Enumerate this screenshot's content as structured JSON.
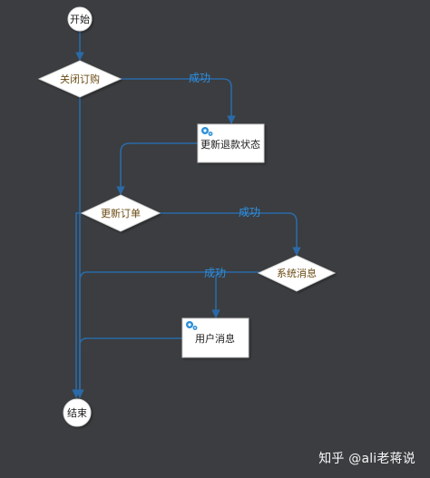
{
  "nodes": {
    "start": "开始",
    "close_order": "关闭订购",
    "update_refund_status": "更新退款状态",
    "update_order": "更新订单",
    "system_message": "系统消息",
    "user_message": "用户消息",
    "end": "结束"
  },
  "edges": {
    "success_1": "成功",
    "success_2": "成功",
    "success_3": "成功"
  },
  "watermark": "知乎 @ali老蒋说",
  "colors": {
    "background": "#3b3d40",
    "line": "#2b6aa8",
    "label": "#2f8fde"
  },
  "icons": {
    "task_icon": "gear-icon"
  }
}
